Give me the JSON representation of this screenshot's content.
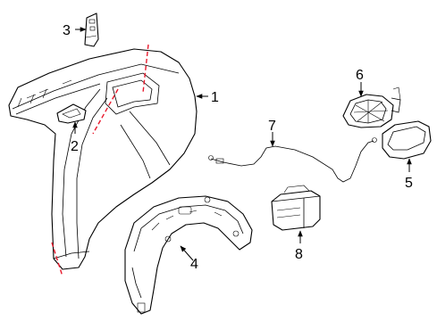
{
  "callouts": [
    {
      "id": "1",
      "label": "1"
    },
    {
      "id": "2",
      "label": "2"
    },
    {
      "id": "3",
      "label": "3"
    },
    {
      "id": "4",
      "label": "4"
    },
    {
      "id": "5",
      "label": "5"
    },
    {
      "id": "6",
      "label": "6"
    },
    {
      "id": "7",
      "label": "7"
    },
    {
      "id": "8",
      "label": "8"
    }
  ],
  "colors": {
    "cut_line": "#e8192c",
    "line": "#000000",
    "background": "#ffffff"
  }
}
